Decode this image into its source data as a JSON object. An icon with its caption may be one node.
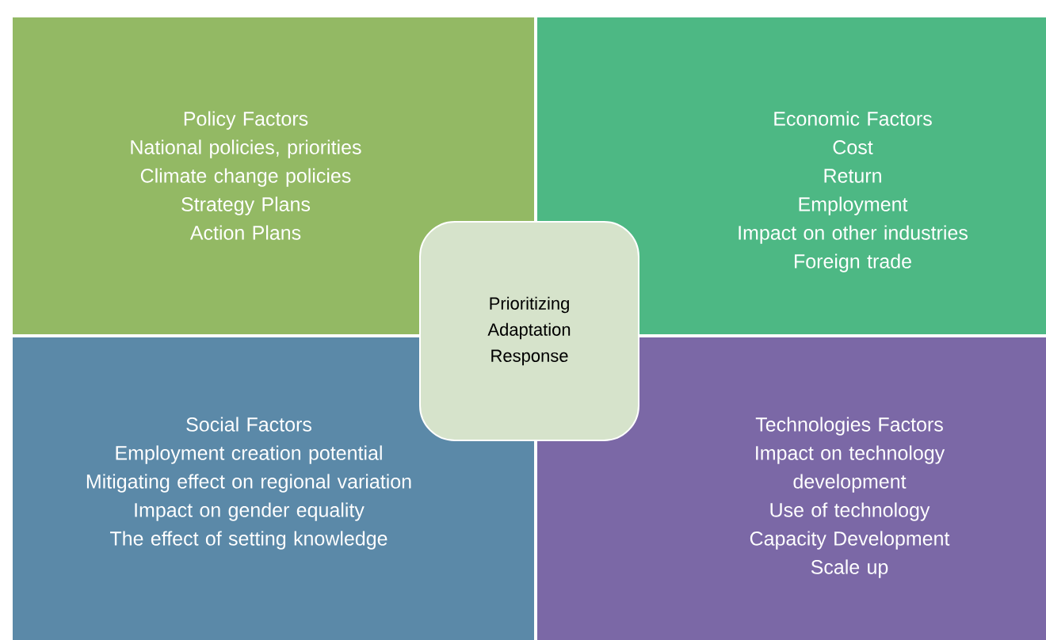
{
  "diagram": {
    "nodes": [
      {
        "text": [
          "Policy Factors",
          "National policies, priorities",
          "Climate change policies",
          "Strategy Plans",
          "Action Plans"
        ]
      },
      {
        "text": [
          "Economic Factors",
          "Cost",
          "Return",
          "Employment",
          "Impact on other industries",
          "Foreign trade"
        ]
      },
      {
        "text": [
          "Social Factors",
          "Employment creation potential",
          "Mitigating effect on regional variation",
          "Impact on gender equality",
          "The effect of setting knowledge"
        ]
      },
      {
        "text": [
          "Technologies Factors",
          "Impact on technology development",
          "Use of technology",
          "Capacity Development",
          "Scale up"
        ]
      },
      {
        "text": [
          "Prioritizing Adaptation Response"
        ]
      }
    ]
  }
}
